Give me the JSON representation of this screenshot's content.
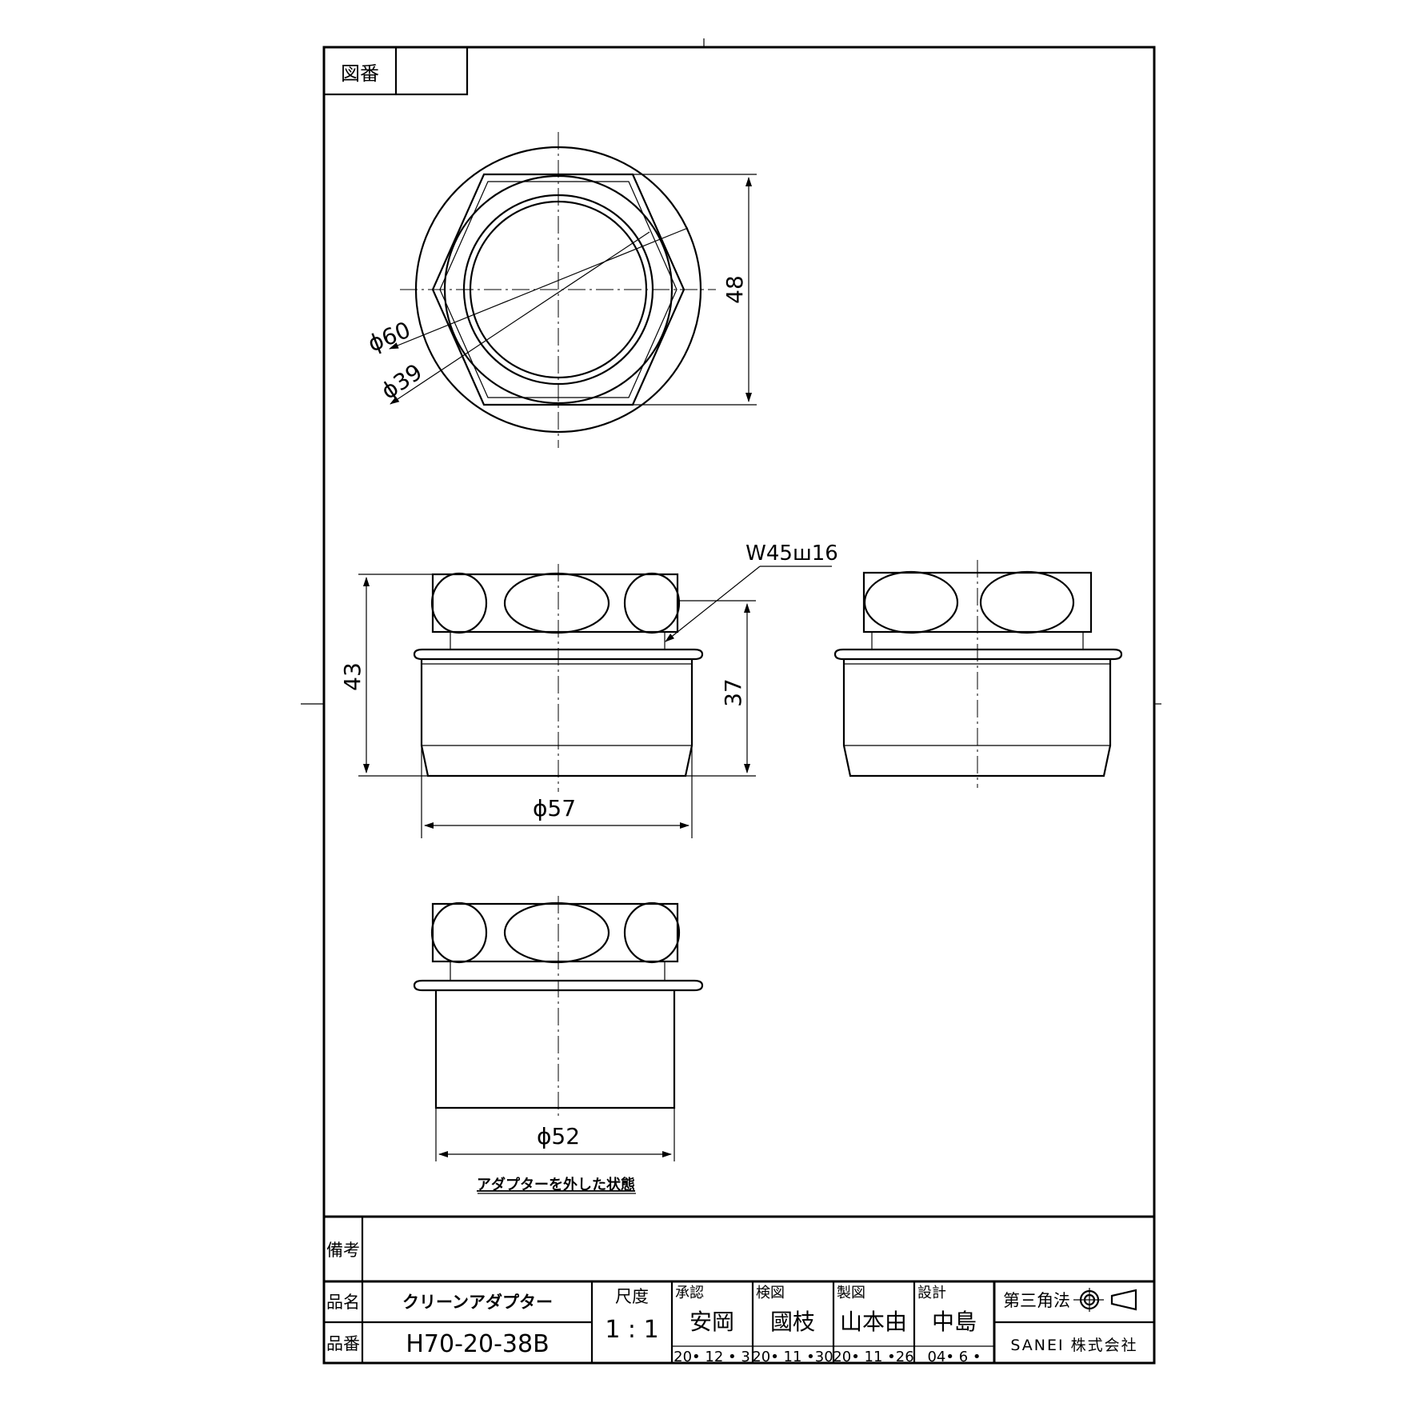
{
  "title_block": {
    "drawing_no_label": "図番",
    "drawing_no_value": "",
    "remarks_label": "備考",
    "remarks_value": "",
    "product_name_label": "品名",
    "product_name": "クリーンアダプター",
    "product_no_label": "品番",
    "product_no": "H70-20-38B",
    "scale_label": "尺度",
    "scale_value": "1 : 1",
    "approval": {
      "label": "承認",
      "name": "安岡",
      "date": "20• 12 •  3"
    },
    "check": {
      "label": "検図",
      "name": "國枝",
      "date": "20• 11 •30"
    },
    "drafting": {
      "label": "製図",
      "name": "山本由",
      "date": "20• 11 •26"
    },
    "design": {
      "label": "設計",
      "name": "中島",
      "date": "04•  6  •"
    },
    "projection_label": "第三角法",
    "company": "SANEI 株式会社"
  },
  "dimensions": {
    "top_view_outer_dia": "ϕ60",
    "top_view_inner_dia": "ϕ39",
    "top_view_across_flats": "48",
    "front_view_height": "43",
    "front_view_body_height": "37",
    "front_view_body_dia": "ϕ57",
    "thread_spec": "W45ш16",
    "lower_view_body_dia": "ϕ52"
  },
  "notes": {
    "lower_view_caption": "アダプターを外した状態"
  }
}
